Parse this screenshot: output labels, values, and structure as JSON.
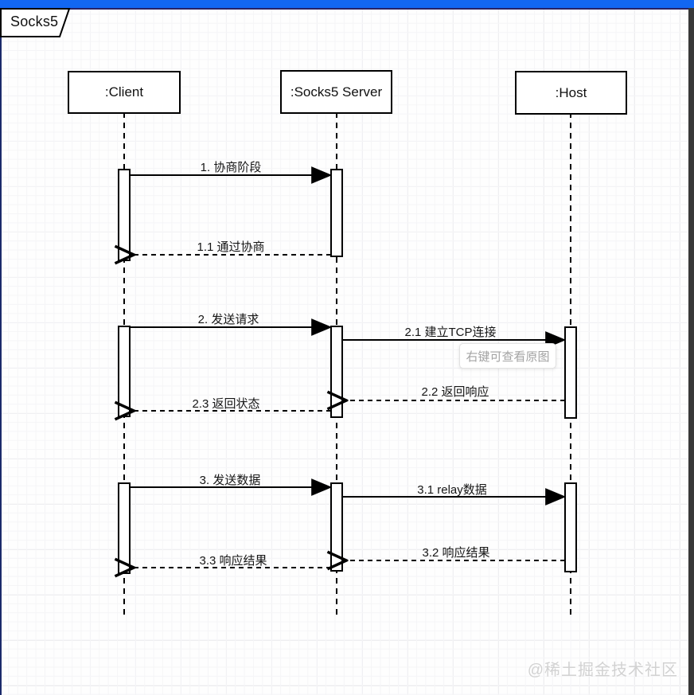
{
  "frame": {
    "tab_label": "Socks5"
  },
  "diagram": {
    "type": "uml-sequence",
    "actors": [
      {
        "id": "client",
        "label": ":Client"
      },
      {
        "id": "server",
        "label": ":Socks5 Server"
      },
      {
        "id": "host",
        "label": ":Host"
      }
    ],
    "messages": [
      {
        "label": "1. 协商阶段",
        "from": "client",
        "to": "server",
        "style": "solid"
      },
      {
        "label": "1.1 通过协商",
        "from": "server",
        "to": "client",
        "style": "dashed"
      },
      {
        "label": "2. 发送请求",
        "from": "client",
        "to": "server",
        "style": "solid"
      },
      {
        "label": "2.1 建立TCP连接",
        "from": "server",
        "to": "host",
        "style": "solid"
      },
      {
        "label": "2.2 返回响应",
        "from": "host",
        "to": "server",
        "style": "dashed"
      },
      {
        "label": "2.3 返回状态",
        "from": "server",
        "to": "client",
        "style": "dashed"
      },
      {
        "label": "3. 发送数据",
        "from": "client",
        "to": "server",
        "style": "solid"
      },
      {
        "label": "3.1 relay数据",
        "from": "server",
        "to": "host",
        "style": "solid"
      },
      {
        "label": "3.2 响应结果",
        "from": "host",
        "to": "server",
        "style": "dashed"
      },
      {
        "label": "3.3 响应结果",
        "from": "server",
        "to": "client",
        "style": "dashed"
      }
    ]
  },
  "tooltip": {
    "text": "右键可查看原图"
  },
  "watermark": {
    "text": "@稀土掘金技术社区"
  },
  "colors": {
    "top_bar": "#1267f2",
    "left_edge": "#1b2a6b",
    "right_edge": "#383838",
    "diagram_stroke": "#000000",
    "tooltip_text": "#a3a3a3",
    "watermark_text": "#d2d2d2"
  }
}
